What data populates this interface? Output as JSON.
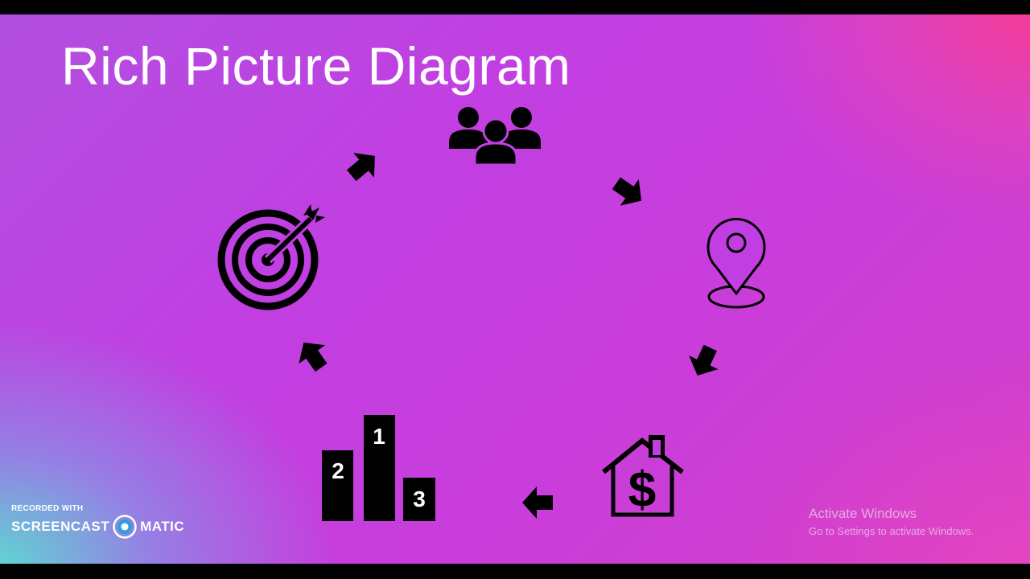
{
  "slide": {
    "title": "Rich Picture Diagram"
  },
  "diagram": {
    "icons": [
      "people-group-icon",
      "location-pin-icon",
      "house-dollar-icon",
      "podium-ranking-icon",
      "target-arrow-icon"
    ],
    "podium_numbers": [
      "1",
      "2",
      "3"
    ],
    "arrow_icon": "arrow-icon",
    "icon_color": "#000000"
  },
  "watermark": {
    "recorded_with": "RECORDED WITH",
    "brand_left": "SCREENCAST",
    "brand_right": "MATIC"
  },
  "activate_windows": {
    "title": "Activate Windows",
    "subtitle": "Go to Settings to activate Windows."
  },
  "colors": {
    "background_main": "#c13fe2",
    "background_corner_teal": "#5adcd2",
    "background_corner_pink": "#f53c96",
    "title_text": "#ffffff"
  }
}
